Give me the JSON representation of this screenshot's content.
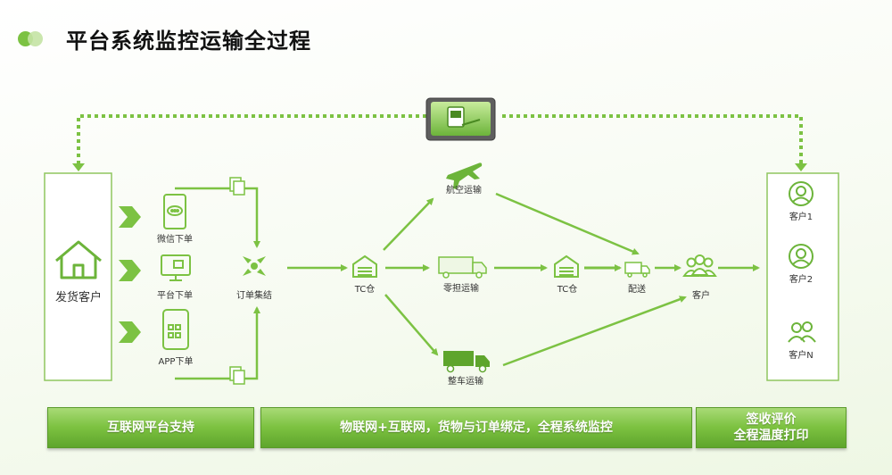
{
  "title": "平台系统监控运输全过程",
  "nodes": {
    "shipper": "发货客户",
    "wechat": "微信下单",
    "platform": "平台下单",
    "app": "APP下单",
    "order_collect": "订单集结",
    "tc1": "TC仓",
    "air": "航空运输",
    "ltl": "零担运输",
    "ftl": "整车运输",
    "tc2": "TC仓",
    "delivery": "配送",
    "customer": "客户",
    "customer1": "客户1",
    "customer2": "客户2",
    "customerN": "客户N"
  },
  "banners": {
    "left": "互联网平台支持",
    "middle": "物联网+互联网，货物与订单绑定，全程系统监控",
    "right_line1": "签收评价",
    "right_line2": "全程温度打印"
  },
  "colors": {
    "accent": "#7cc243",
    "dark_green": "#5ea52c",
    "border": "#8fc65f"
  }
}
